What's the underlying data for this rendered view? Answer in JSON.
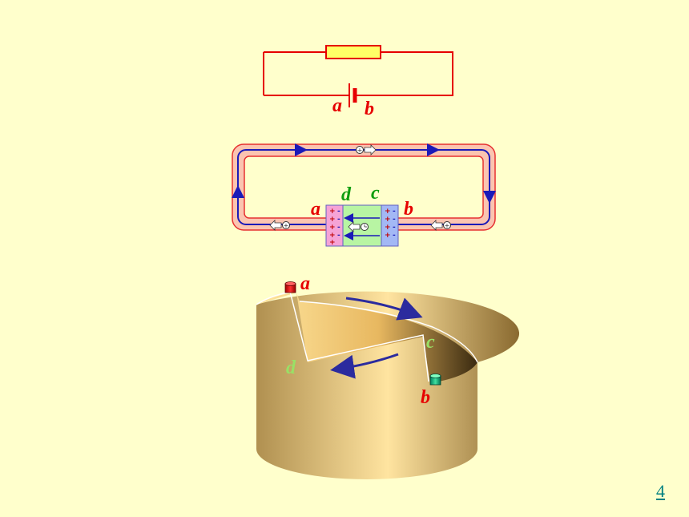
{
  "circuit": {
    "label_a": "a",
    "label_b": "b"
  },
  "current_loop": {
    "label_a": "a",
    "label_b": "b",
    "label_c": "c",
    "label_d": "d"
  },
  "cylinder": {
    "label_a": "a",
    "label_b": "b",
    "label_c": "c",
    "label_d": "d"
  },
  "page": {
    "number": "4"
  },
  "colors": {
    "background": "#FFFFCC",
    "wire": "#E60000",
    "resistor": "#FFFF66",
    "arrow": "#1A1AB8",
    "plus_region": "#F5A3D6",
    "minus_region": "#A3B8F5",
    "middle_region": "#B8F5A3",
    "cylinder": "#D9B46A"
  }
}
